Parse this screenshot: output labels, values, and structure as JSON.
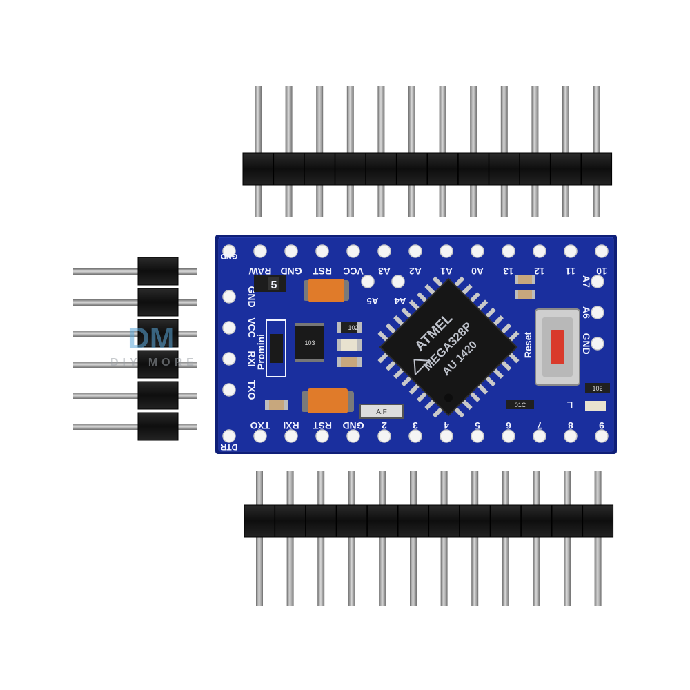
{
  "board": {
    "top_labels": [
      "GND",
      "RAW",
      "GND",
      "RST",
      "VCC",
      "A3",
      "A2",
      "A1",
      "A0",
      "13",
      "12",
      "11",
      "10"
    ],
    "bottom_labels": [
      "DTR",
      "TXO",
      "RXI",
      "RST",
      "GND",
      "2",
      "3",
      "4",
      "5",
      "6",
      "7",
      "8",
      "9"
    ],
    "left_labels": [
      "GND",
      "VCC",
      "RXI",
      "TXO"
    ],
    "right_labels": [
      "A7",
      "A6",
      "GND"
    ],
    "inner_labels": [
      "A5",
      "A4"
    ],
    "product_name": "Promini",
    "reset_label": "Reset",
    "led_label": "L"
  },
  "chip": {
    "brand": "ATMEL",
    "model": "MEGA328P",
    "code": "AU 1420"
  },
  "components": {
    "regulator_mark": "5",
    "small_marks": [
      "103",
      "102",
      "01C",
      "102"
    ],
    "crystal_mark": "A.F"
  },
  "watermark": {
    "logo": "DM",
    "brand": "DIY MORE"
  },
  "colors": {
    "pcb": "#1a2f9e",
    "pcb_edge": "#0f1f78",
    "silkscreen": "#f2f4ff",
    "header_plastic": "#111111",
    "pin_metal": "#9a9a9a",
    "capacitor": "#e07b2a",
    "reset_button": "#d93a2b",
    "watermark": "#5aa7d9"
  },
  "icons": [
    "atmel-logo-icon"
  ]
}
